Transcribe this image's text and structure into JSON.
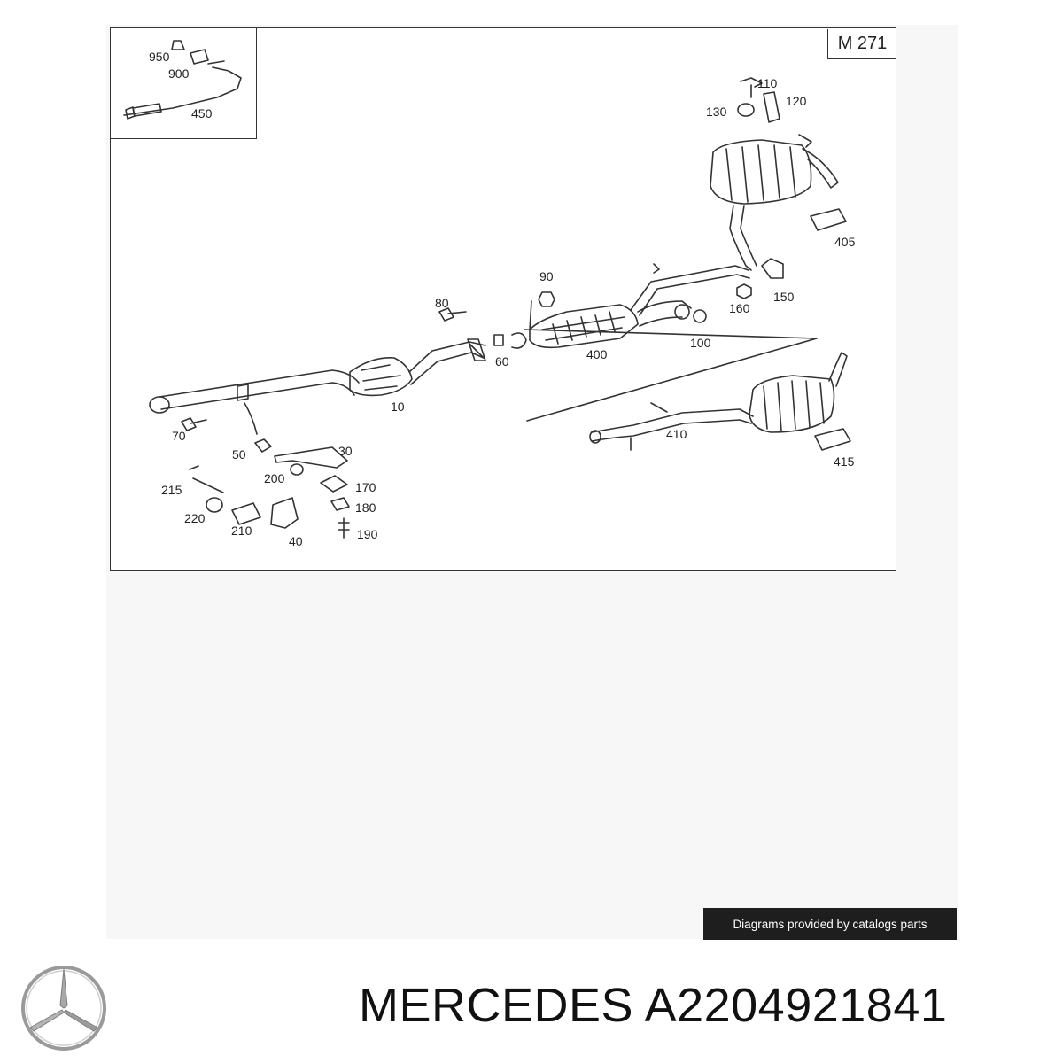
{
  "diagram": {
    "model_tag": "M 271",
    "part_numbers": {
      "p950": "950",
      "p900": "900",
      "p450": "450",
      "p110": "110",
      "p120": "120",
      "p130": "130",
      "p405": "405",
      "p90": "90",
      "p150": "150",
      "p160": "160",
      "p100": "100",
      "p80": "80",
      "p60": "60",
      "p400": "400",
      "p10": "10",
      "p70": "70",
      "p50": "50",
      "p30": "30",
      "p200": "200",
      "p170": "170",
      "p180": "180",
      "p190": "190",
      "p215": "215",
      "p220": "220",
      "p210": "210",
      "p40": "40",
      "p410": "410",
      "p415": "415"
    }
  },
  "credit": "Diagrams provided by catalogs parts",
  "brand": {
    "logo_icon": "mercedes-star-icon",
    "title": "MERCEDES A2204921841"
  },
  "colors": {
    "line": "#333333",
    "credit_bg": "#1e1e1e",
    "backdrop": "#f7f7f7"
  }
}
